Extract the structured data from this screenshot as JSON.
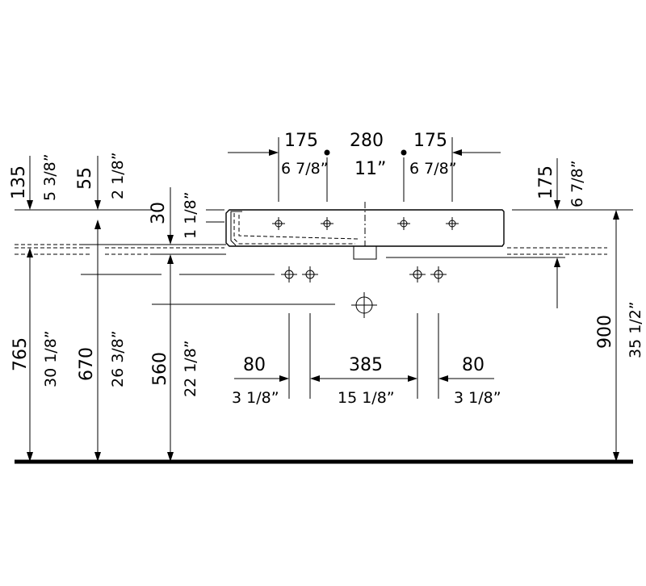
{
  "top": {
    "left_offset_mm": "175",
    "left_offset_in": "6 7/8”",
    "center_mm": "280",
    "center_in": "11”",
    "right_offset_mm": "175",
    "right_offset_in": "6 7/8”"
  },
  "left_heights": {
    "a_mm": "135",
    "a_in": "5 3/8”",
    "b_mm": "55",
    "b_in": "2 1/8”",
    "c_mm": "30",
    "c_in": "1 1/8”"
  },
  "right_height": {
    "mm": "175",
    "in": "6 7/8”"
  },
  "heights": {
    "h1_mm": "765",
    "h1_in": "30 1/8”",
    "h2_mm": "670",
    "h2_in": "26 3/8”",
    "h3_mm": "560",
    "h3_in": "22 1/8”",
    "total_mm": "900",
    "total_in": "35 1/2”"
  },
  "bottom": {
    "left_mm": "80",
    "left_in": "3 1/8”",
    "center_mm": "385",
    "center_in": "15 1/8”",
    "right_mm": "80",
    "right_in": "3 1/8”"
  }
}
